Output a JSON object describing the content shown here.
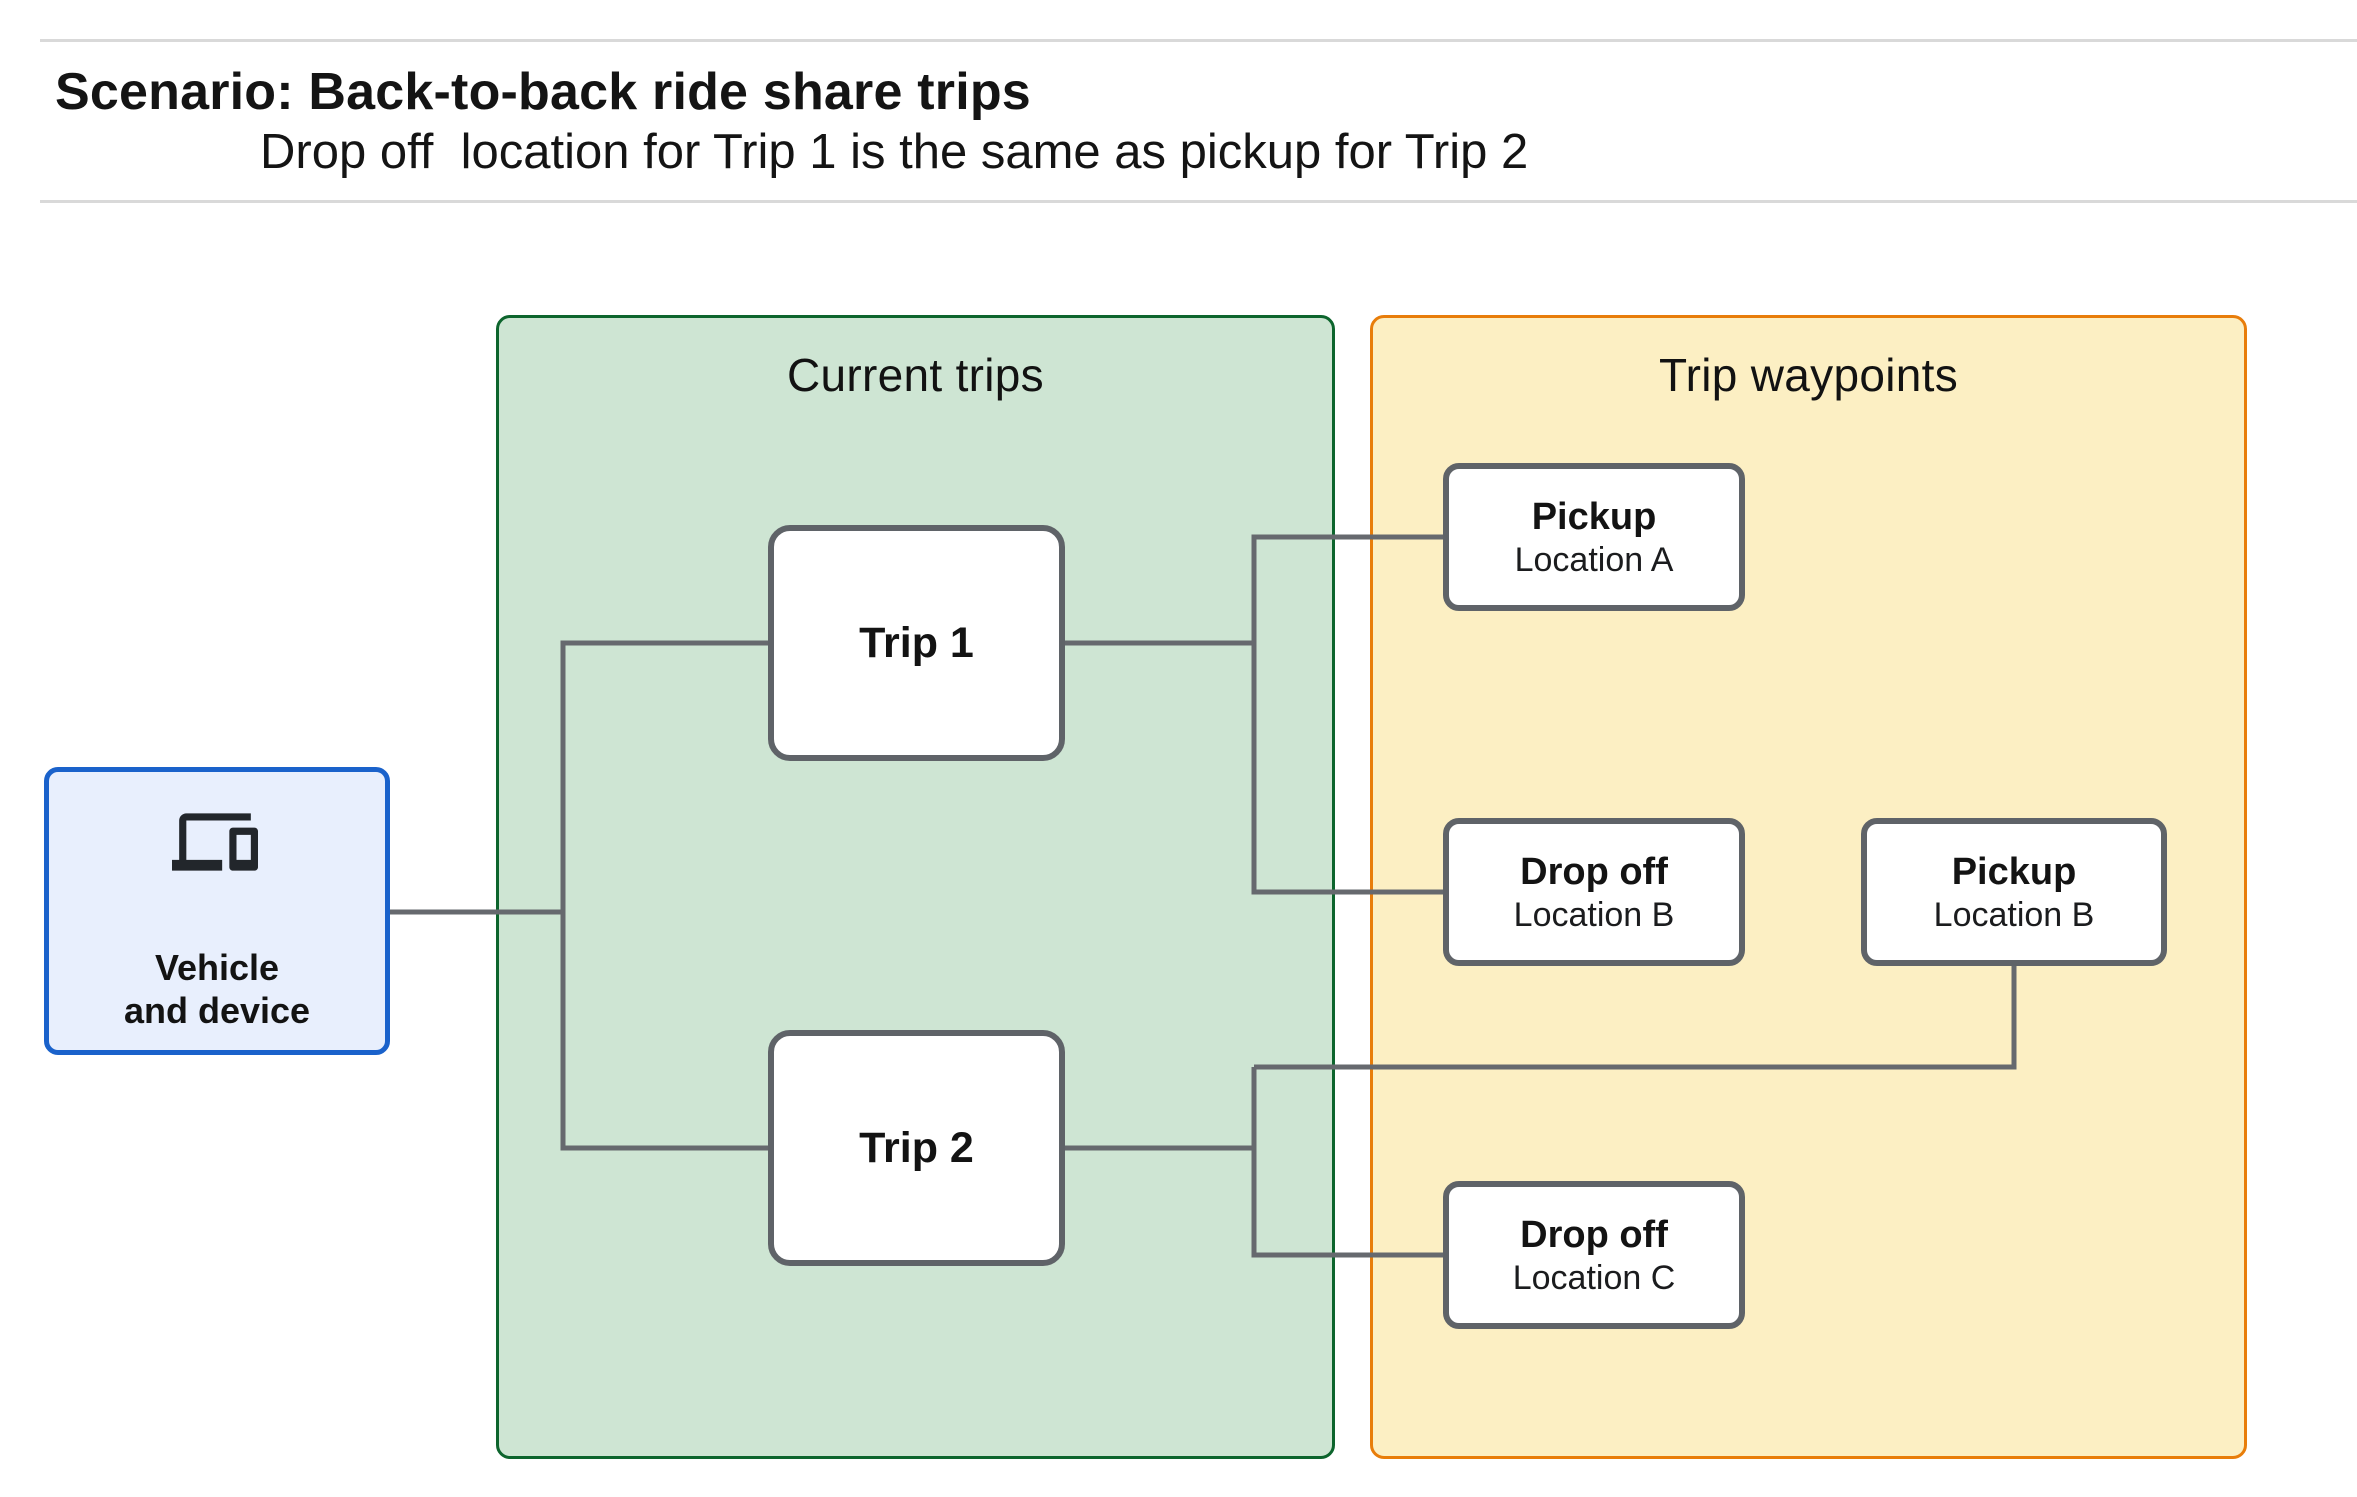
{
  "header": {
    "title": "Scenario: Back-to-back ride share trips",
    "subtitle": "Drop off  location for Trip 1 is the same as pickup for Trip 2"
  },
  "diagram": {
    "vehicle": {
      "icon": "devices-icon",
      "label_line1": "Vehicle",
      "label_line2": "and device"
    },
    "groups": {
      "current_trips": {
        "title": "Current trips"
      },
      "trip_waypoints": {
        "title": "Trip waypoints"
      }
    },
    "trips": [
      {
        "label": "Trip 1"
      },
      {
        "label": "Trip 2"
      }
    ],
    "waypoints": [
      {
        "type": "Pickup",
        "location": "Location A"
      },
      {
        "type": "Drop off",
        "location": "Location B"
      },
      {
        "type": "Pickup",
        "location": "Location B"
      },
      {
        "type": "Drop off",
        "location": "Location C"
      }
    ],
    "colors": {
      "current_trips_fill": "#cee5d3",
      "current_trips_border": "#0d652d",
      "trip_waypoints_fill": "#fcefc3",
      "trip_waypoints_border": "#e87d0a",
      "vehicle_fill": "#e8effd",
      "vehicle_border": "#1a62cb",
      "node_border": "#5f6368",
      "connector": "#66696e",
      "divider": "#d9d9d9"
    }
  }
}
